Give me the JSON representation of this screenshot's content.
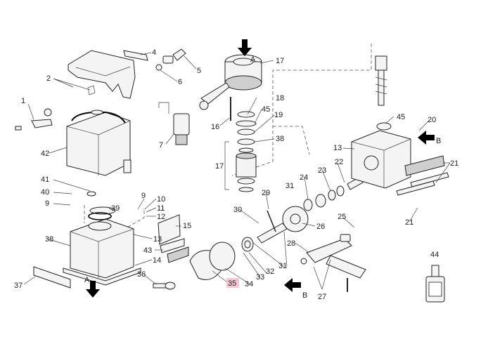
{
  "diagram": {
    "callouts": [
      {
        "id": "l1",
        "text": "1"
      },
      {
        "id": "l2",
        "text": "2"
      },
      {
        "id": "l4",
        "text": "4"
      },
      {
        "id": "l5",
        "text": "5"
      },
      {
        "id": "l6",
        "text": "6"
      },
      {
        "id": "l7",
        "text": "7"
      },
      {
        "id": "l9a",
        "text": "9"
      },
      {
        "id": "l9b",
        "text": "9"
      },
      {
        "id": "l10",
        "text": "10"
      },
      {
        "id": "l11",
        "text": "11"
      },
      {
        "id": "l12",
        "text": "12"
      },
      {
        "id": "l13a",
        "text": "13"
      },
      {
        "id": "l13b",
        "text": "13"
      },
      {
        "id": "l14",
        "text": "14"
      },
      {
        "id": "l15",
        "text": "15"
      },
      {
        "id": "l16",
        "text": "16"
      },
      {
        "id": "l17a",
        "text": "17"
      },
      {
        "id": "l17b",
        "text": "17"
      },
      {
        "id": "l18",
        "text": "18"
      },
      {
        "id": "l19",
        "text": "19"
      },
      {
        "id": "l20",
        "text": "20"
      },
      {
        "id": "l21a",
        "text": "21"
      },
      {
        "id": "l21b",
        "text": "21"
      },
      {
        "id": "l22",
        "text": "22"
      },
      {
        "id": "l23",
        "text": "23"
      },
      {
        "id": "l24",
        "text": "24"
      },
      {
        "id": "l25",
        "text": "25"
      },
      {
        "id": "l26",
        "text": "26"
      },
      {
        "id": "l27",
        "text": "27"
      },
      {
        "id": "l28",
        "text": "28"
      },
      {
        "id": "l29",
        "text": "29"
      },
      {
        "id": "l30",
        "text": "30"
      },
      {
        "id": "l31a",
        "text": "31"
      },
      {
        "id": "l31b",
        "text": "31"
      },
      {
        "id": "l32",
        "text": "32"
      },
      {
        "id": "l33",
        "text": "33"
      },
      {
        "id": "l34",
        "text": "34"
      },
      {
        "id": "l35",
        "text": "35"
      },
      {
        "id": "l36",
        "text": "36"
      },
      {
        "id": "l37",
        "text": "37"
      },
      {
        "id": "l38a",
        "text": "38"
      },
      {
        "id": "l38b",
        "text": "38"
      },
      {
        "id": "l39",
        "text": "39"
      },
      {
        "id": "l40",
        "text": "40"
      },
      {
        "id": "l41",
        "text": "41"
      },
      {
        "id": "l42",
        "text": "42"
      },
      {
        "id": "l43",
        "text": "43"
      },
      {
        "id": "l44",
        "text": "44"
      },
      {
        "id": "l45a",
        "text": "45"
      },
      {
        "id": "l45b",
        "text": "45"
      }
    ],
    "arrow_labels": {
      "a_top": "A",
      "a_bottom": "A",
      "b_right": "B",
      "b_bottom": "B"
    },
    "highlight_color": "#f3c7cf",
    "highlighted_callout": "35"
  }
}
